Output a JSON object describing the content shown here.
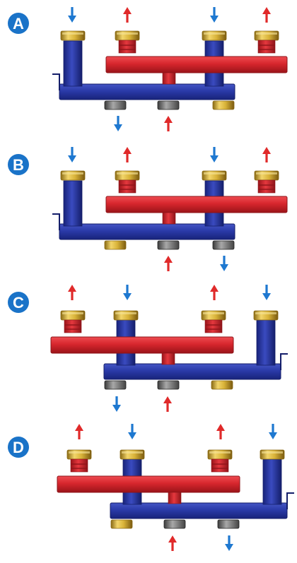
{
  "colors": {
    "hot": "#d7262d",
    "hot_dark": "#8e1419",
    "cold": "#2a3aa8",
    "cold_dark": "#141e6a",
    "brass": "#d8b238",
    "brass_dark": "#8a6a14",
    "arrow_hot": "#e02a2a",
    "arrow_cold": "#1e78d0",
    "badge": "#1a73c8"
  },
  "variants": [
    {
      "label": "A",
      "top_ports": [
        "cold-in",
        "hot-out",
        "cold-in",
        "hot-out"
      ],
      "bottom_ports": [
        "cold-out",
        "hot-in"
      ],
      "layout": "left-supply"
    },
    {
      "label": "B",
      "top_ports": [
        "cold-in",
        "hot-out",
        "cold-in",
        "hot-out"
      ],
      "bottom_ports": [
        "hot-in",
        "cold-out"
      ],
      "layout": "left-supply"
    },
    {
      "label": "C",
      "top_ports": [
        "hot-out",
        "cold-in",
        "hot-out",
        "cold-in"
      ],
      "bottom_ports": [
        "cold-out",
        "hot-in"
      ],
      "layout": "right-supply"
    },
    {
      "label": "D",
      "top_ports": [
        "hot-out",
        "cold-in",
        "hot-out",
        "cold-in"
      ],
      "bottom_ports": [
        "hot-in",
        "cold-out"
      ],
      "layout": "right-supply"
    }
  ]
}
